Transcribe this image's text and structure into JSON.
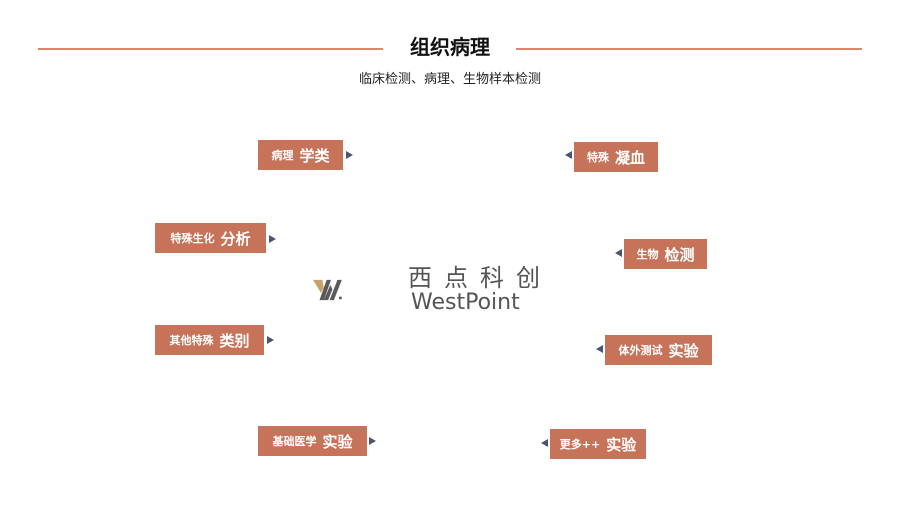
{
  "header": {
    "title": "组织病理",
    "subtitle": "临床检测、病理、生物样本检测"
  },
  "logo": {
    "name_cn": "西点科创",
    "name_en": "WestPoint",
    "colors": {
      "gold": "#c9a26b",
      "gray": "#5a5a5a"
    }
  },
  "tags": {
    "pathology": {
      "small": "病理",
      "big": "学类"
    },
    "coagulation": {
      "small": "特殊",
      "big": "凝血"
    },
    "biochem": {
      "small": "特殊生化",
      "big": "分析"
    },
    "biotest": {
      "small": "生物",
      "big": "检测"
    },
    "other": {
      "small": "其他特殊",
      "big": "类别"
    },
    "invitro": {
      "small": "体外测试",
      "big": "实验"
    },
    "basic": {
      "small": "基础医学",
      "big": "实验"
    },
    "more": {
      "small": "更多++",
      "big": "实验"
    }
  },
  "colors": {
    "tag_bg": "#c6735a",
    "line": "#e0856a",
    "arrow": "#4a5570"
  }
}
